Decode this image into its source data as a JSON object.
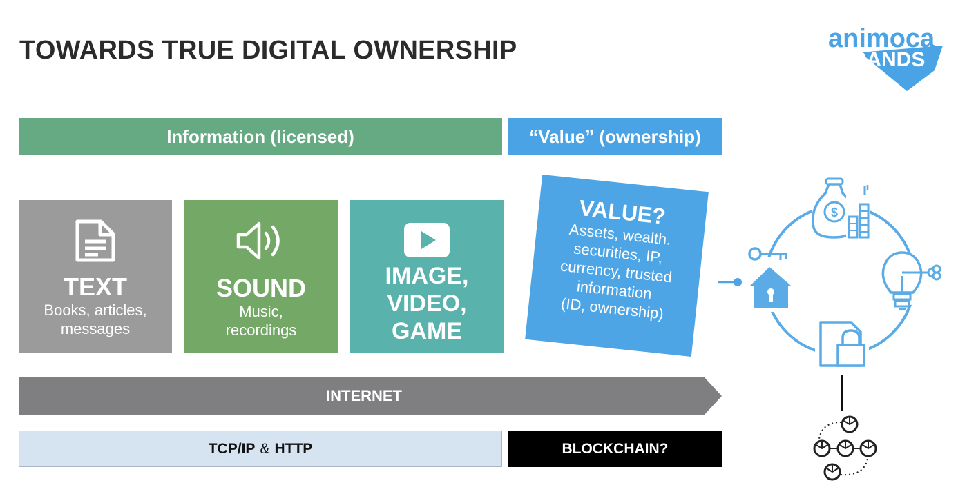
{
  "title": "TOWARDS TRUE DIGITAL OWNERSHIP",
  "logo": {
    "line1": "animoca",
    "line2": "BRANDS",
    "color": "#4aa3e4"
  },
  "bands": {
    "information": "Information (licensed)",
    "value": "“Value” (ownership)"
  },
  "cards": {
    "text": {
      "head": "TEXT",
      "sub1": "Books, articles,",
      "sub2": "messages",
      "icon": "document-icon"
    },
    "sound": {
      "head": "SOUND",
      "sub1": "Music,",
      "sub2": "recordings",
      "icon": "speaker-icon"
    },
    "media": {
      "line1": "IMAGE,",
      "line2": "VIDEO,",
      "line3": "GAME",
      "icon": "play-icon"
    }
  },
  "value_box": {
    "head": "VALUE?",
    "lines": [
      "Assets, wealth.",
      "securities, IP,",
      "currency, trusted",
      "information",
      "(ID, ownership)"
    ]
  },
  "internet": "INTERNET",
  "protocols": {
    "tcp": "TCP/IP",
    "amp": "&",
    "http": "HTTP"
  },
  "blockchain": "BLOCKCHAIN?",
  "colors": {
    "green_band": "#66aa83",
    "blue": "#4aa3e4",
    "text_card": "#9b9b9b",
    "sound_card": "#74a866",
    "media_card": "#5ab2ad",
    "internet": "#7f7f82",
    "protocol": "#d6e4f2",
    "blockchain": "#000000"
  },
  "cycle_icons": [
    "money-bag-icon",
    "coin-stack-icon",
    "lightbulb-key-icon",
    "house-key-icon",
    "locked-file-icon",
    "blockchain-network-icon"
  ]
}
